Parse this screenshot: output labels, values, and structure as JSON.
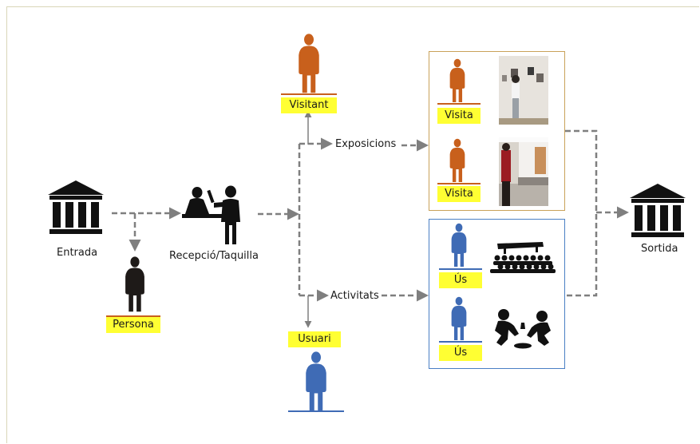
{
  "colors": {
    "visitor": "#c8601c",
    "user": "#3f6bb5",
    "person": "#1e1a18",
    "tag_bg": "#ffff33",
    "arrow": "#7f7f7f",
    "box_exhibitions": "#c9a25a",
    "box_activities": "#4a7fc4"
  },
  "nodes": {
    "entrance": {
      "label": "Entrada",
      "icon": "museum-building-icon"
    },
    "reception": {
      "label": "Recepció/Taquilla",
      "icon": "reception-desk-icon"
    },
    "exit": {
      "label": "Sortida",
      "icon": "museum-building-icon"
    },
    "exhibitions": {
      "label": "Exposicions"
    },
    "activities": {
      "label": "Activitats"
    }
  },
  "roles": {
    "person": "Persona",
    "visitor": "Visitant",
    "user": "Usuari"
  },
  "exhibition_items": [
    {
      "tag": "Visita",
      "photo": "gallery-photo"
    },
    {
      "tag": "Visita",
      "photo": "gallery-photo"
    }
  ],
  "activity_items": [
    {
      "tag": "Ús",
      "icon": "audience-icon"
    },
    {
      "tag": "Ús",
      "icon": "workshop-icon"
    }
  ]
}
